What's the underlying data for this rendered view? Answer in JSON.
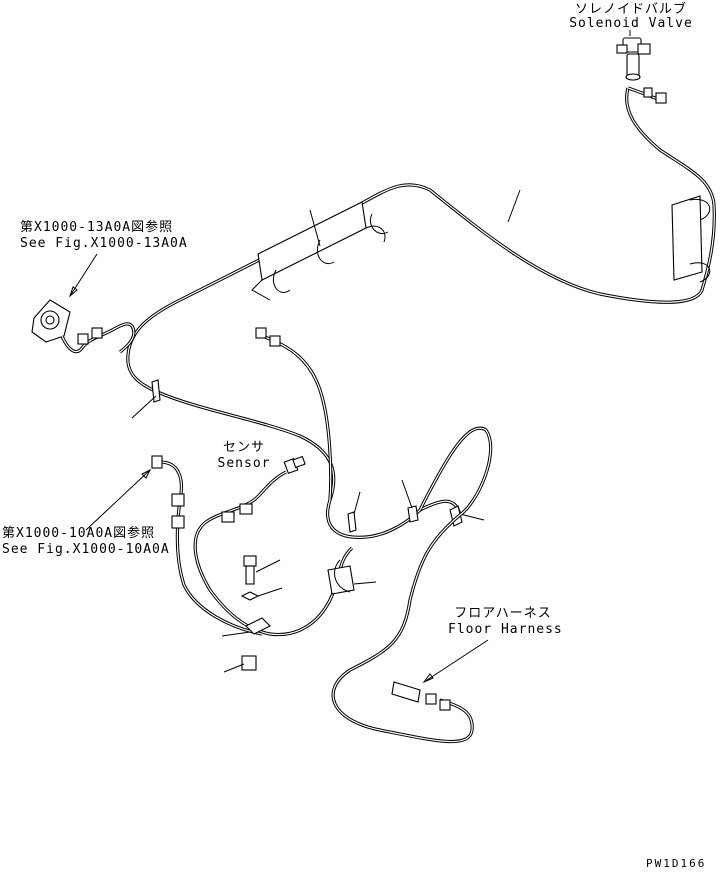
{
  "labels": {
    "solenoid_valve_jp": "ソレノイドバルブ",
    "solenoid_valve_en": "Solenoid Valve",
    "ref_13a0a_jp": "第X1000-13A0A図参照",
    "ref_13a0a_en": "See Fig.X1000-13A0A",
    "sensor_jp": "センサ",
    "sensor_en": "Sensor",
    "ref_10a0a_jp": "第X1000-10A0A図参照",
    "ref_10a0a_en": "See Fig.X1000-10A0A",
    "floor_harness_jp": "フロアハーネス",
    "floor_harness_en": "Floor Harness",
    "drawing_code": "PW1D166"
  },
  "colors": {
    "line": "#000000",
    "background": "#ffffff"
  }
}
